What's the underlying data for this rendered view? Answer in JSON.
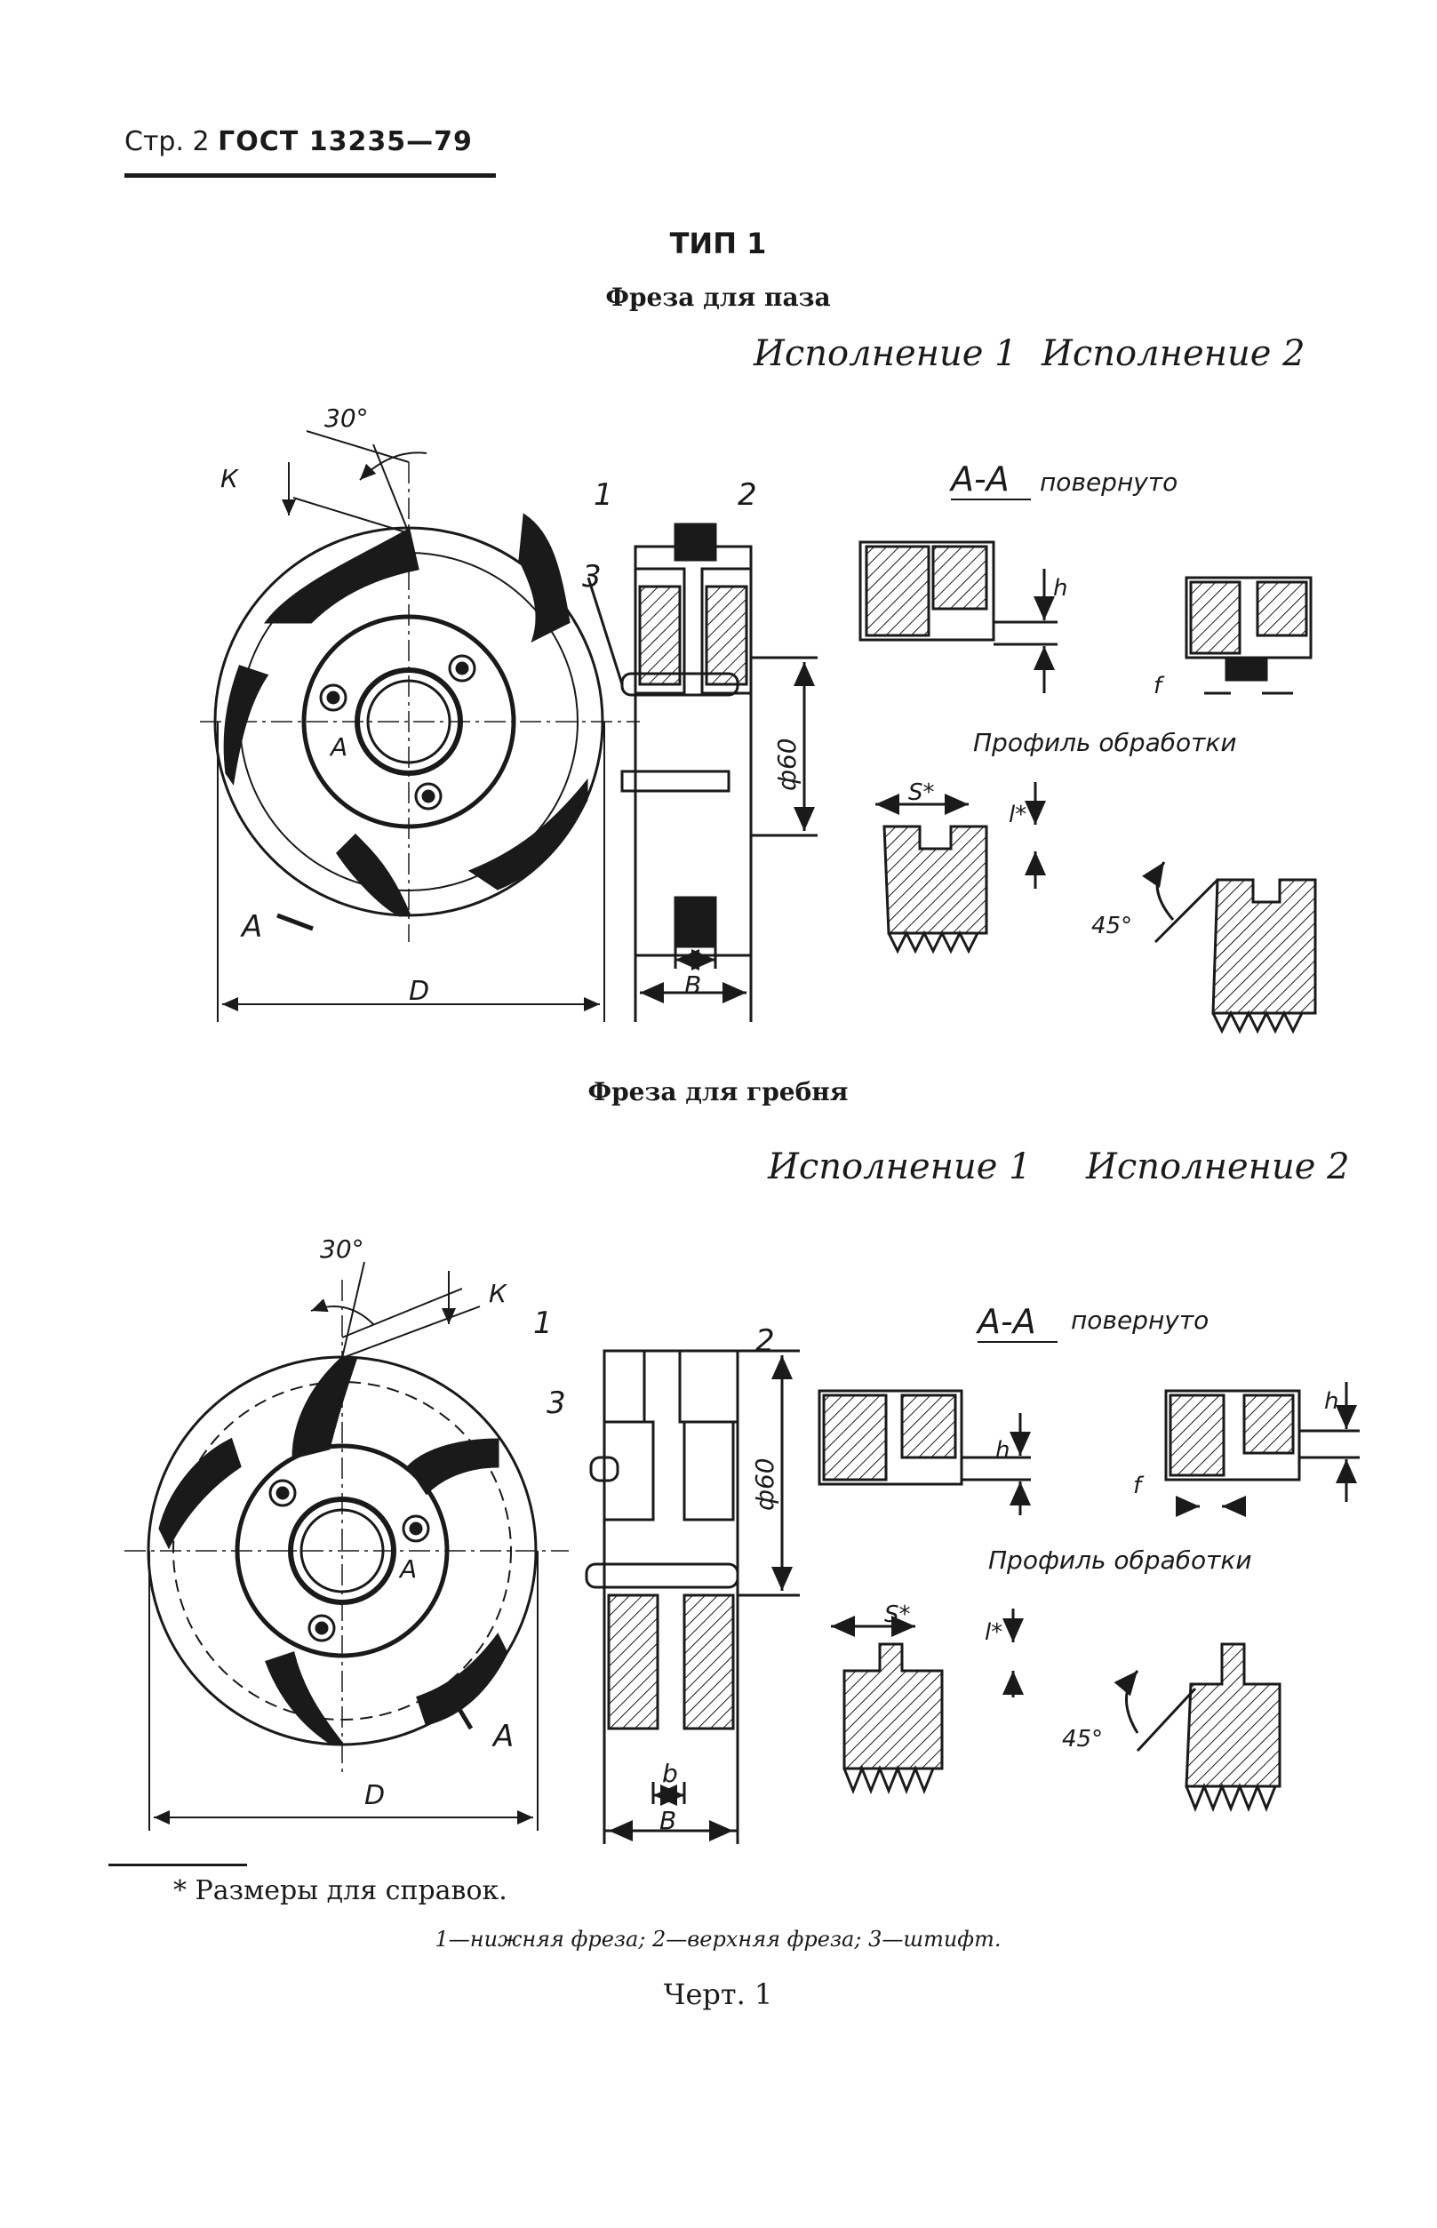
{
  "header": {
    "page": "Стр. 2",
    "gost": "ГОСТ 13235—79"
  },
  "type_title": "ТИП 1",
  "top": {
    "title": "Фреза для паза",
    "exec1": "Исполнение 1",
    "exec2": "Исполнение 2",
    "section": "А-А",
    "rotated": "повернуто",
    "profile": "Профиль обработки",
    "labels": {
      "angle30": "30°",
      "k": "К",
      "n1": "1",
      "n2": "2",
      "n3": "3",
      "a": "А",
      "h": "h",
      "f": "f",
      "s": "S*",
      "l": "l*",
      "angle45": "45°",
      "d60": "ф60",
      "b_small": "b",
      "b_big": "B",
      "d_big": "D"
    }
  },
  "bottom": {
    "title": "Фреза для гребня",
    "exec1": "Исполнение 1",
    "exec2": "Исполнение 2",
    "section": "А-А",
    "rotated": "повернуто",
    "profile": "Профиль обработки",
    "labels": {
      "angle30": "30°",
      "k": "К",
      "n1": "1",
      "n2": "2",
      "n3": "3",
      "a": "А",
      "h": "h",
      "f": "f",
      "s": "S*",
      "l": "l*",
      "angle45": "45°",
      "d60": "ф60",
      "b_small": "b",
      "b_big": "B",
      "d_big": "D"
    }
  },
  "footnote": "* Размеры для справок.",
  "legend": "1—нижняя фреза; 2—верхняя фреза; 3—штифт.",
  "drawing_no": "Черт. 1"
}
